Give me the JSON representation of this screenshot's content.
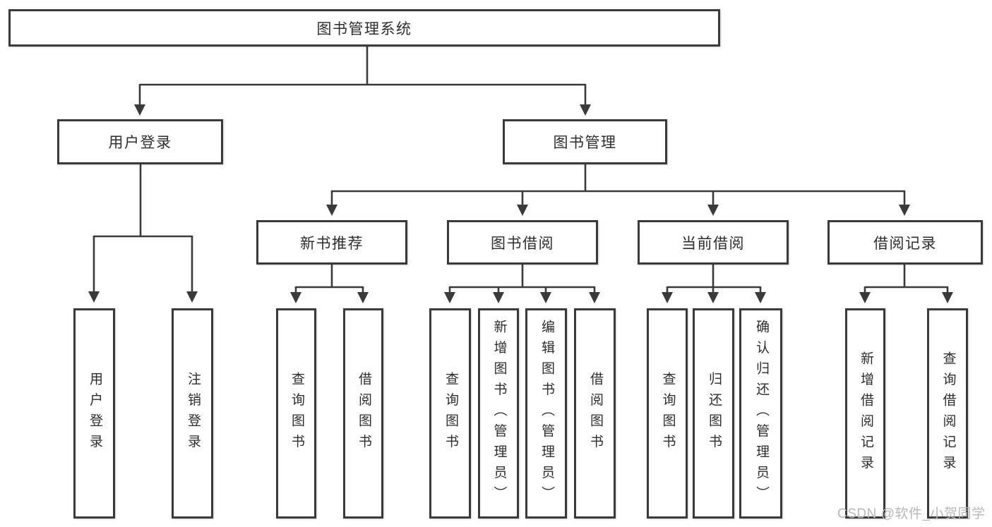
{
  "diagram_title": "图书管理系统",
  "nodes": {
    "root": {
      "label": "图书管理系统",
      "children": [
        "login",
        "manage"
      ]
    },
    "login": {
      "label": "用户登录",
      "children": [
        "login_user",
        "login_logout"
      ]
    },
    "manage": {
      "label": "图书管理",
      "children": [
        "recommend",
        "borrow",
        "current",
        "records"
      ]
    },
    "recommend": {
      "label": "新书推荐",
      "children": [
        "rec_query",
        "rec_borrow"
      ]
    },
    "borrow": {
      "label": "图书借阅",
      "children": [
        "borrow_query",
        "borrow_add",
        "borrow_edit",
        "borrow_lend"
      ]
    },
    "current": {
      "label": "当前借阅",
      "children": [
        "cur_query",
        "cur_return",
        "cur_confirm"
      ]
    },
    "records": {
      "label": "借阅记录",
      "children": [
        "records_add",
        "records_query"
      ]
    },
    "login_user": {
      "label": "用户登录"
    },
    "login_logout": {
      "label": "注销登录"
    },
    "rec_query": {
      "label": "查询图书"
    },
    "rec_borrow": {
      "label": "借阅图书"
    },
    "borrow_query": {
      "label": "查询图书"
    },
    "borrow_add": {
      "label": "新增图书（管理员）"
    },
    "borrow_edit": {
      "label": "编辑图书（管理员）"
    },
    "borrow_lend": {
      "label": "借阅图书"
    },
    "cur_query": {
      "label": "查询图书"
    },
    "cur_return": {
      "label": "归还图书"
    },
    "cur_confirm": {
      "label": "确认归还（管理员）"
    },
    "records_add": {
      "label": "新增借阅记录"
    },
    "records_query": {
      "label": "查询借阅记录"
    }
  },
  "watermark": {
    "text": "CSDN @软件_小贺同学"
  },
  "colors": {
    "line": "#3a3a3a",
    "box_border": "#3a3a3a",
    "text": "#2d2d2d",
    "watermark_text": "#b8b8b8",
    "background": "#ffffff"
  }
}
